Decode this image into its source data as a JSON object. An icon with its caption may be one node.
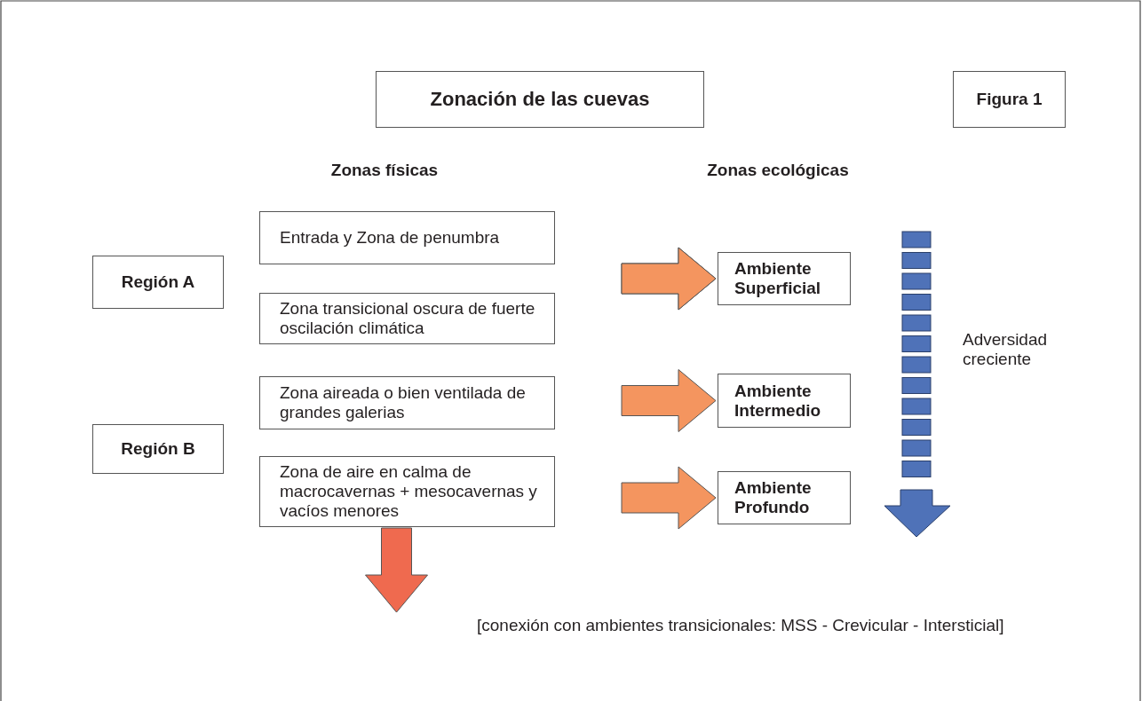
{
  "diagram": {
    "nodes": [
      {
        "text": [
          "Zonación de las cuevas"
        ]
      },
      {
        "text": [
          "Figura 1"
        ]
      },
      {
        "text": [
          "Región A"
        ]
      },
      {
        "text": [
          "Entrada y Zona de penumbra"
        ]
      },
      {
        "text": [
          "Zona transicional oscura de fuerte oscilación climática"
        ]
      },
      {
        "text": [
          "Región B"
        ]
      },
      {
        "text": [
          "Zona aireada o bien ventilada de grandes galerias"
        ]
      },
      {
        "text": [
          "Zona de aire en calma de macrocavernas + mesocavernas y vacíos menores"
        ]
      },
      {
        "text": [
          "Ambiente Superficial"
        ]
      },
      {
        "text": [
          "Ambiente Intermedio"
        ]
      },
      {
        "text": [
          "Ambiente Profundo"
        ]
      },
      {
        "text": [
          "[conexión con ambientes transicionales: MSS - Crevicular - Intersticial]"
        ]
      }
    ],
    "edges": [
      {
        "from": 3,
        "to": 8,
        "arrow": "to"
      },
      {
        "from": 4,
        "to": 8,
        "arrow": "to"
      },
      {
        "from": 6,
        "to": 9,
        "arrow": "to"
      },
      {
        "from": 7,
        "to": 10,
        "arrow": "to"
      },
      {
        "from": 7,
        "to": 11,
        "arrow": "to",
        "color": "#ef6a4f"
      }
    ],
    "labels": [
      "Zonas físicas",
      "Zonas ecológicas",
      "Adversidad creciente"
    ]
  }
}
